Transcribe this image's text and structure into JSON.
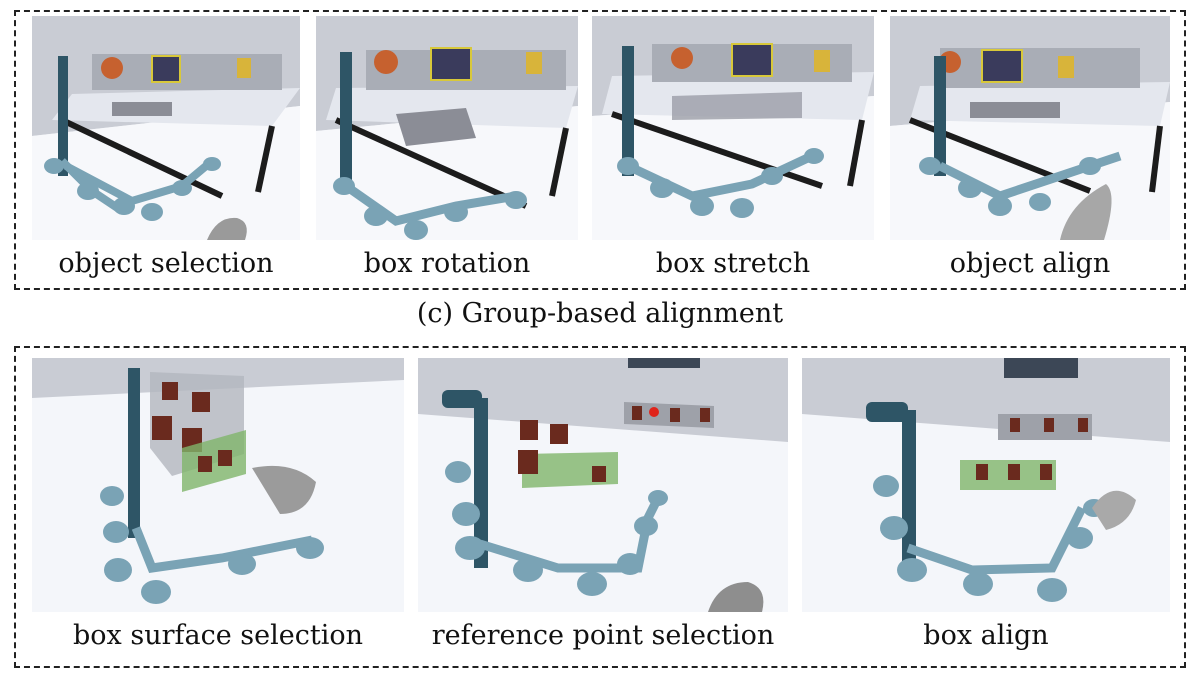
{
  "top_group": {
    "caption": "(c) Group-based alignment",
    "panels": [
      {
        "caption": "object selection"
      },
      {
        "caption": "box rotation"
      },
      {
        "caption": "box stretch"
      },
      {
        "caption": "object align"
      }
    ]
  },
  "bottom_group": {
    "panels": [
      {
        "caption": "box surface selection"
      },
      {
        "caption": "reference point selection"
      },
      {
        "caption": "box align"
      }
    ]
  },
  "colors": {
    "robot_arm": "#2e5566",
    "robot_base": "#7aa3b5",
    "highlight_box": "#7fb56a",
    "reference_point": "#e0241b",
    "wall": "#c9ccd4",
    "floor": "#f4f6fa"
  }
}
